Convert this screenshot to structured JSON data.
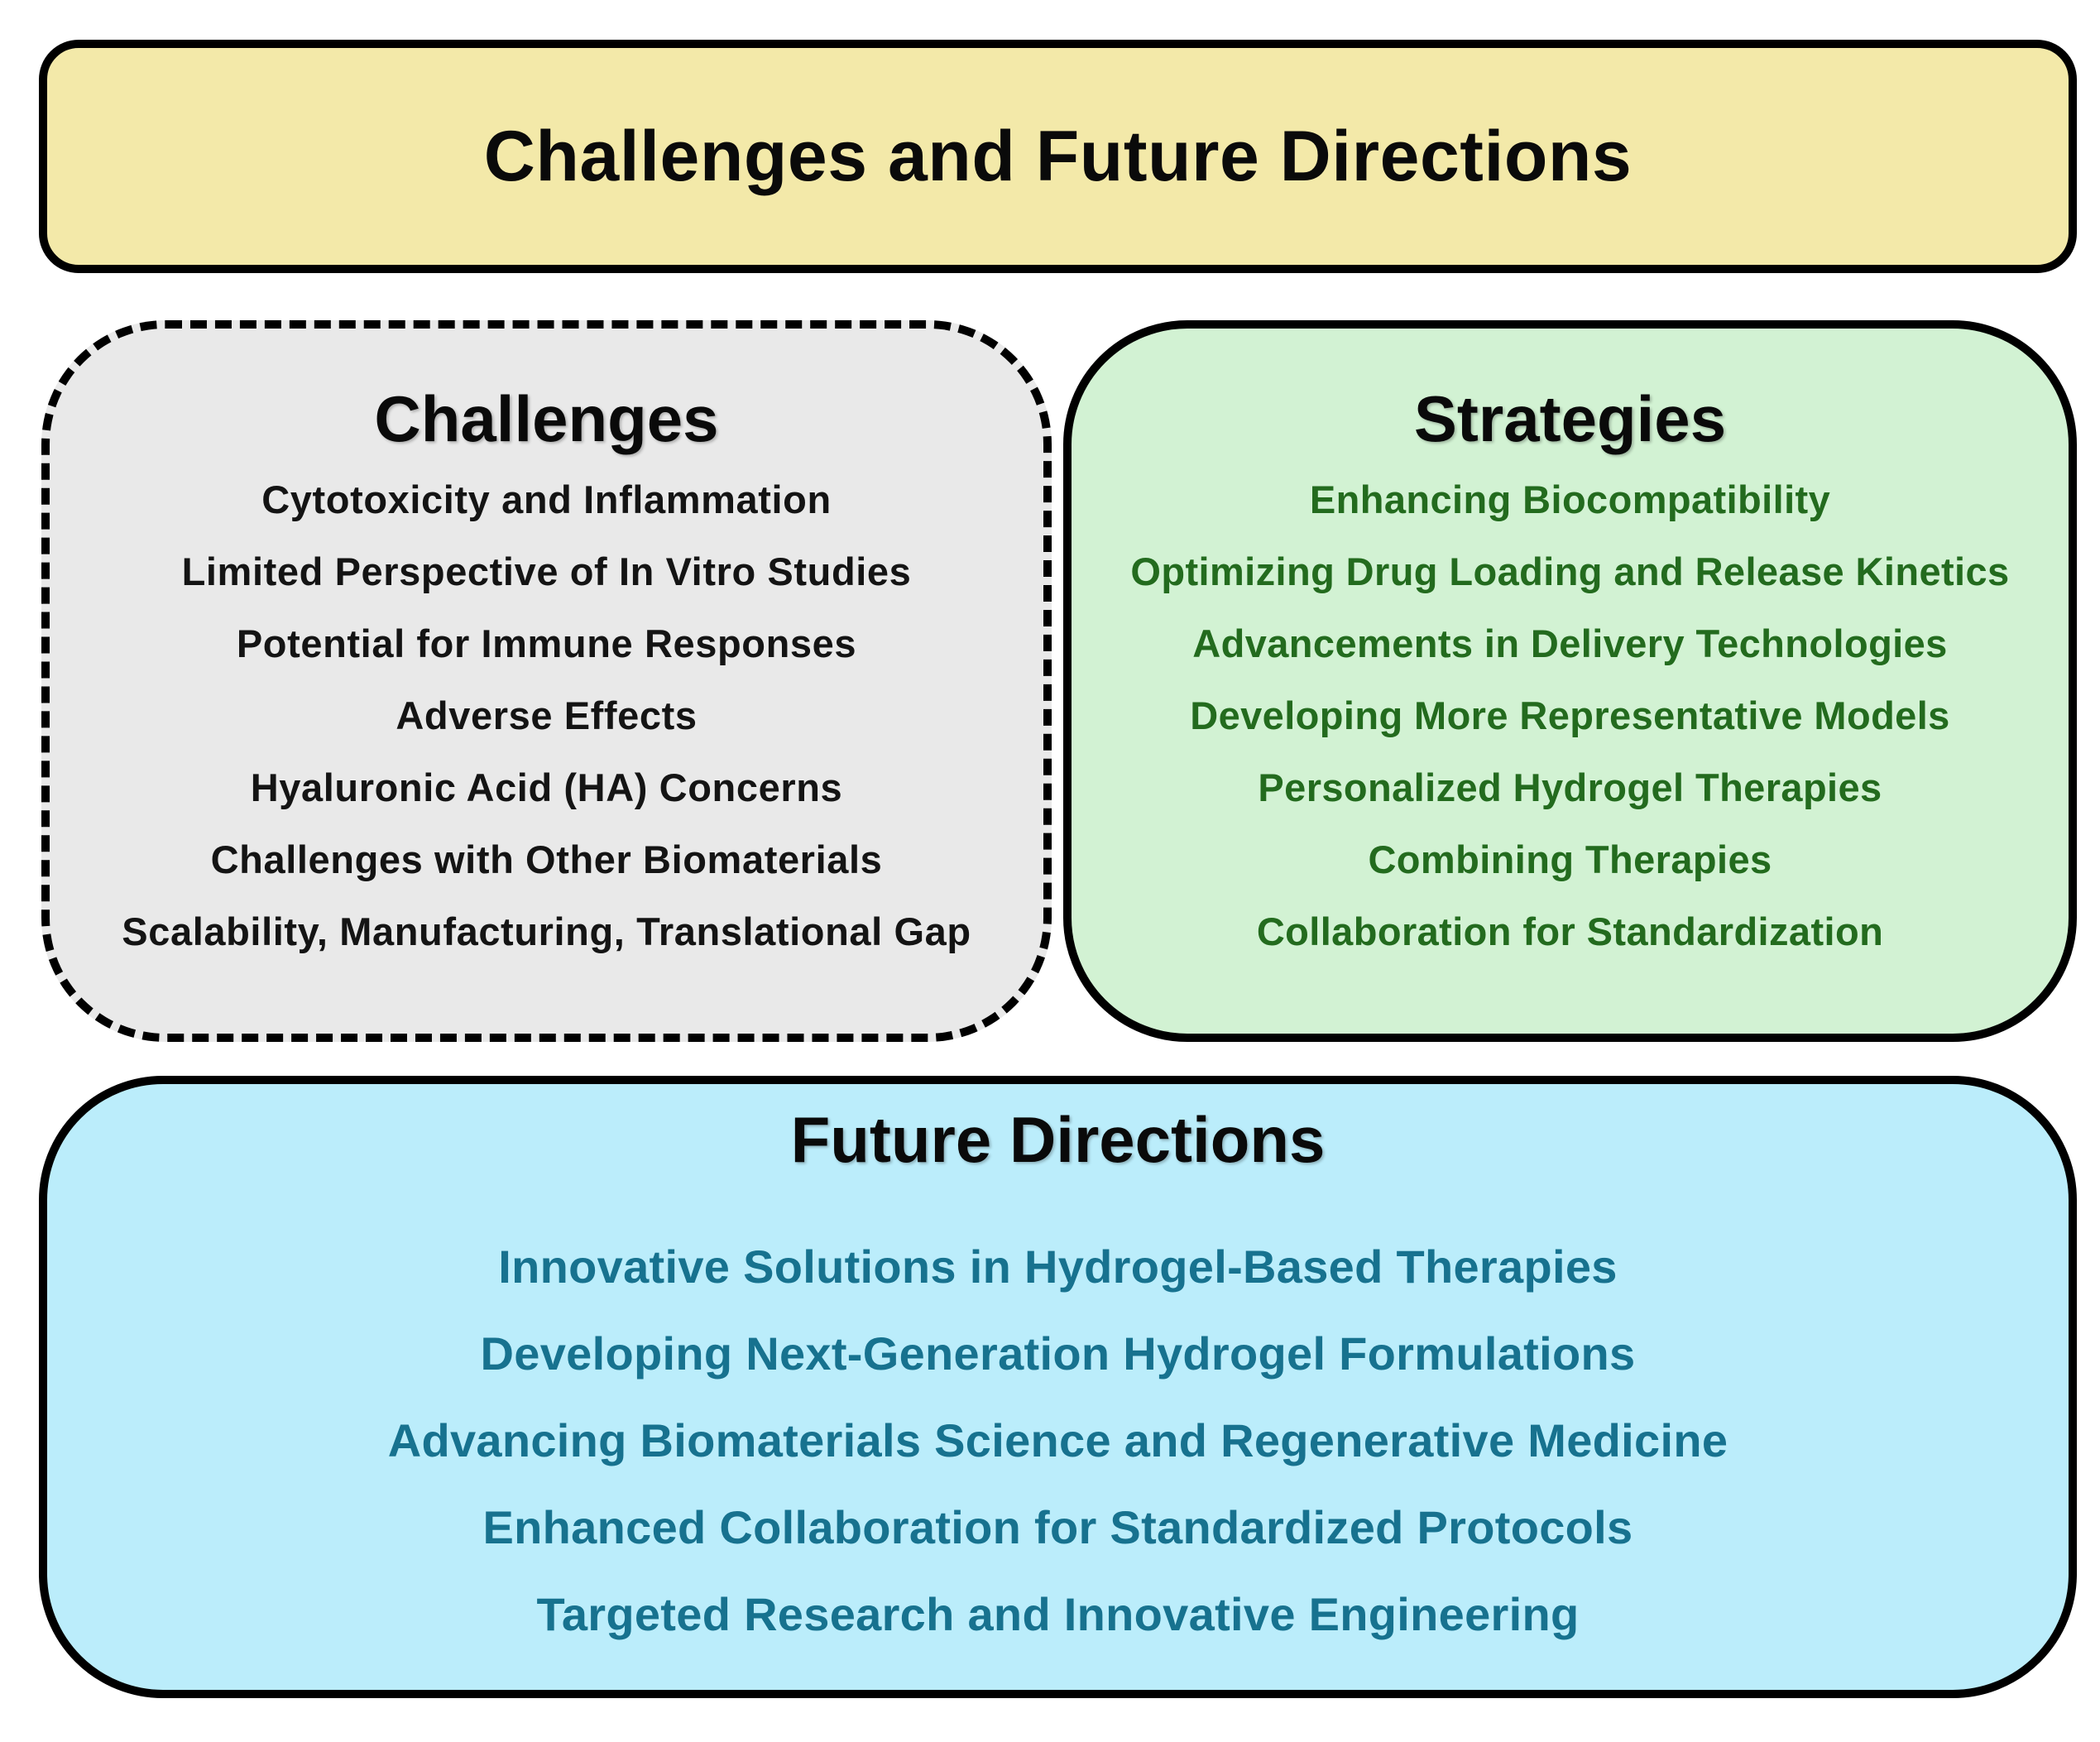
{
  "title": "Challenges and Future Directions",
  "challenges": {
    "heading": "Challenges",
    "items": [
      "Cytotoxicity and Inflammation",
      "Limited Perspective of In Vitro Studies",
      "Potential for Immune Responses",
      "Adverse Effects",
      "Hyaluronic Acid (HA) Concerns",
      "Challenges with Other Biomaterials",
      "Scalability, Manufacturing, Translational Gap"
    ]
  },
  "strategies": {
    "heading": "Strategies",
    "items": [
      "Enhancing Biocompatibility",
      "Optimizing Drug Loading and Release Kinetics",
      "Advancements in Delivery Technologies",
      "Developing More Representative Models",
      "Personalized Hydrogel Therapies",
      "Combining Therapies",
      "Collaboration for Standardization"
    ]
  },
  "future_directions": {
    "heading": "Future Directions",
    "items": [
      "Innovative Solutions in Hydrogel-Based Therapies",
      "Developing Next-Generation Hydrogel Formulations",
      "Advancing Biomaterials Science and Regenerative Medicine",
      "Enhanced Collaboration for Standardized Protocols",
      "Targeted Research and Innovative Engineering"
    ]
  },
  "colors": {
    "title_fill": "#f3e9a9",
    "challenges_fill": "#e9e9e9",
    "strategies_fill": "#d2f2d3",
    "strategies_text": "#236b1e",
    "future_fill": "#bbedfb",
    "future_text": "#17728f"
  }
}
